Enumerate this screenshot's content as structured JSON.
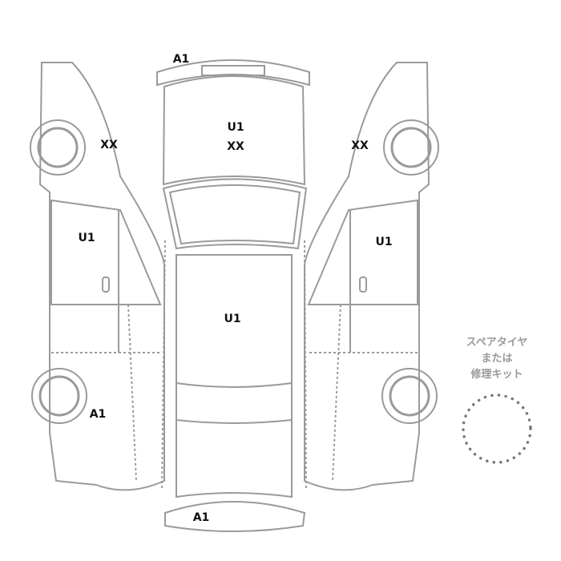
{
  "diagram": {
    "stroke_color": "#9a9a9a",
    "labels": [
      {
        "part": "front-bumper",
        "code": "A1"
      },
      {
        "part": "hood",
        "code": "U1"
      },
      {
        "part": "hood-2",
        "code": "XX"
      },
      {
        "part": "left-front-fender",
        "code": "XX"
      },
      {
        "part": "right-front-fender",
        "code": "XX"
      },
      {
        "part": "left-front-door",
        "code": "U1"
      },
      {
        "part": "right-front-door",
        "code": "U1"
      },
      {
        "part": "roof",
        "code": "U1"
      },
      {
        "part": "left-rear-quarter",
        "code": "A1"
      },
      {
        "part": "rear-bumper",
        "code": "A1"
      }
    ],
    "spare_tire": {
      "line1": "スペアタイヤ",
      "line2": "または",
      "line3": "修理キット"
    }
  }
}
